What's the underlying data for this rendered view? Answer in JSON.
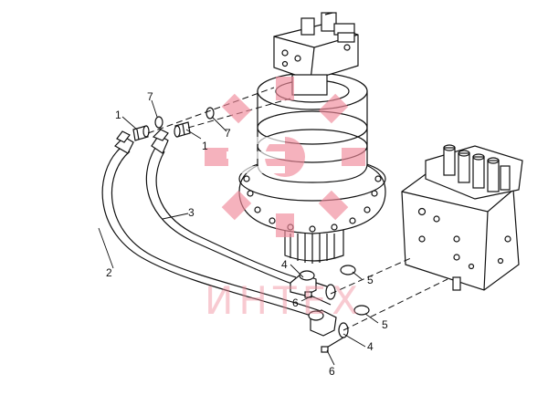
{
  "diagram": {
    "callouts": [
      {
        "id": "c1a",
        "text": "1"
      },
      {
        "id": "c7a",
        "text": "7"
      },
      {
        "id": "c1b",
        "text": "1"
      },
      {
        "id": "c7b",
        "text": "7"
      },
      {
        "id": "c3",
        "text": "3"
      },
      {
        "id": "c2",
        "text": "2"
      },
      {
        "id": "c4a",
        "text": "4"
      },
      {
        "id": "c6a",
        "text": "6"
      },
      {
        "id": "c5a",
        "text": "5"
      },
      {
        "id": "c5b",
        "text": "5"
      },
      {
        "id": "c4b",
        "text": "4"
      },
      {
        "id": "c6b",
        "text": "6"
      }
    ],
    "watermark": {
      "text": "ИНТЕХ",
      "color": "#f08a9a"
    },
    "colors": {
      "line": "#111111",
      "watermark": "#f08a9a"
    }
  }
}
